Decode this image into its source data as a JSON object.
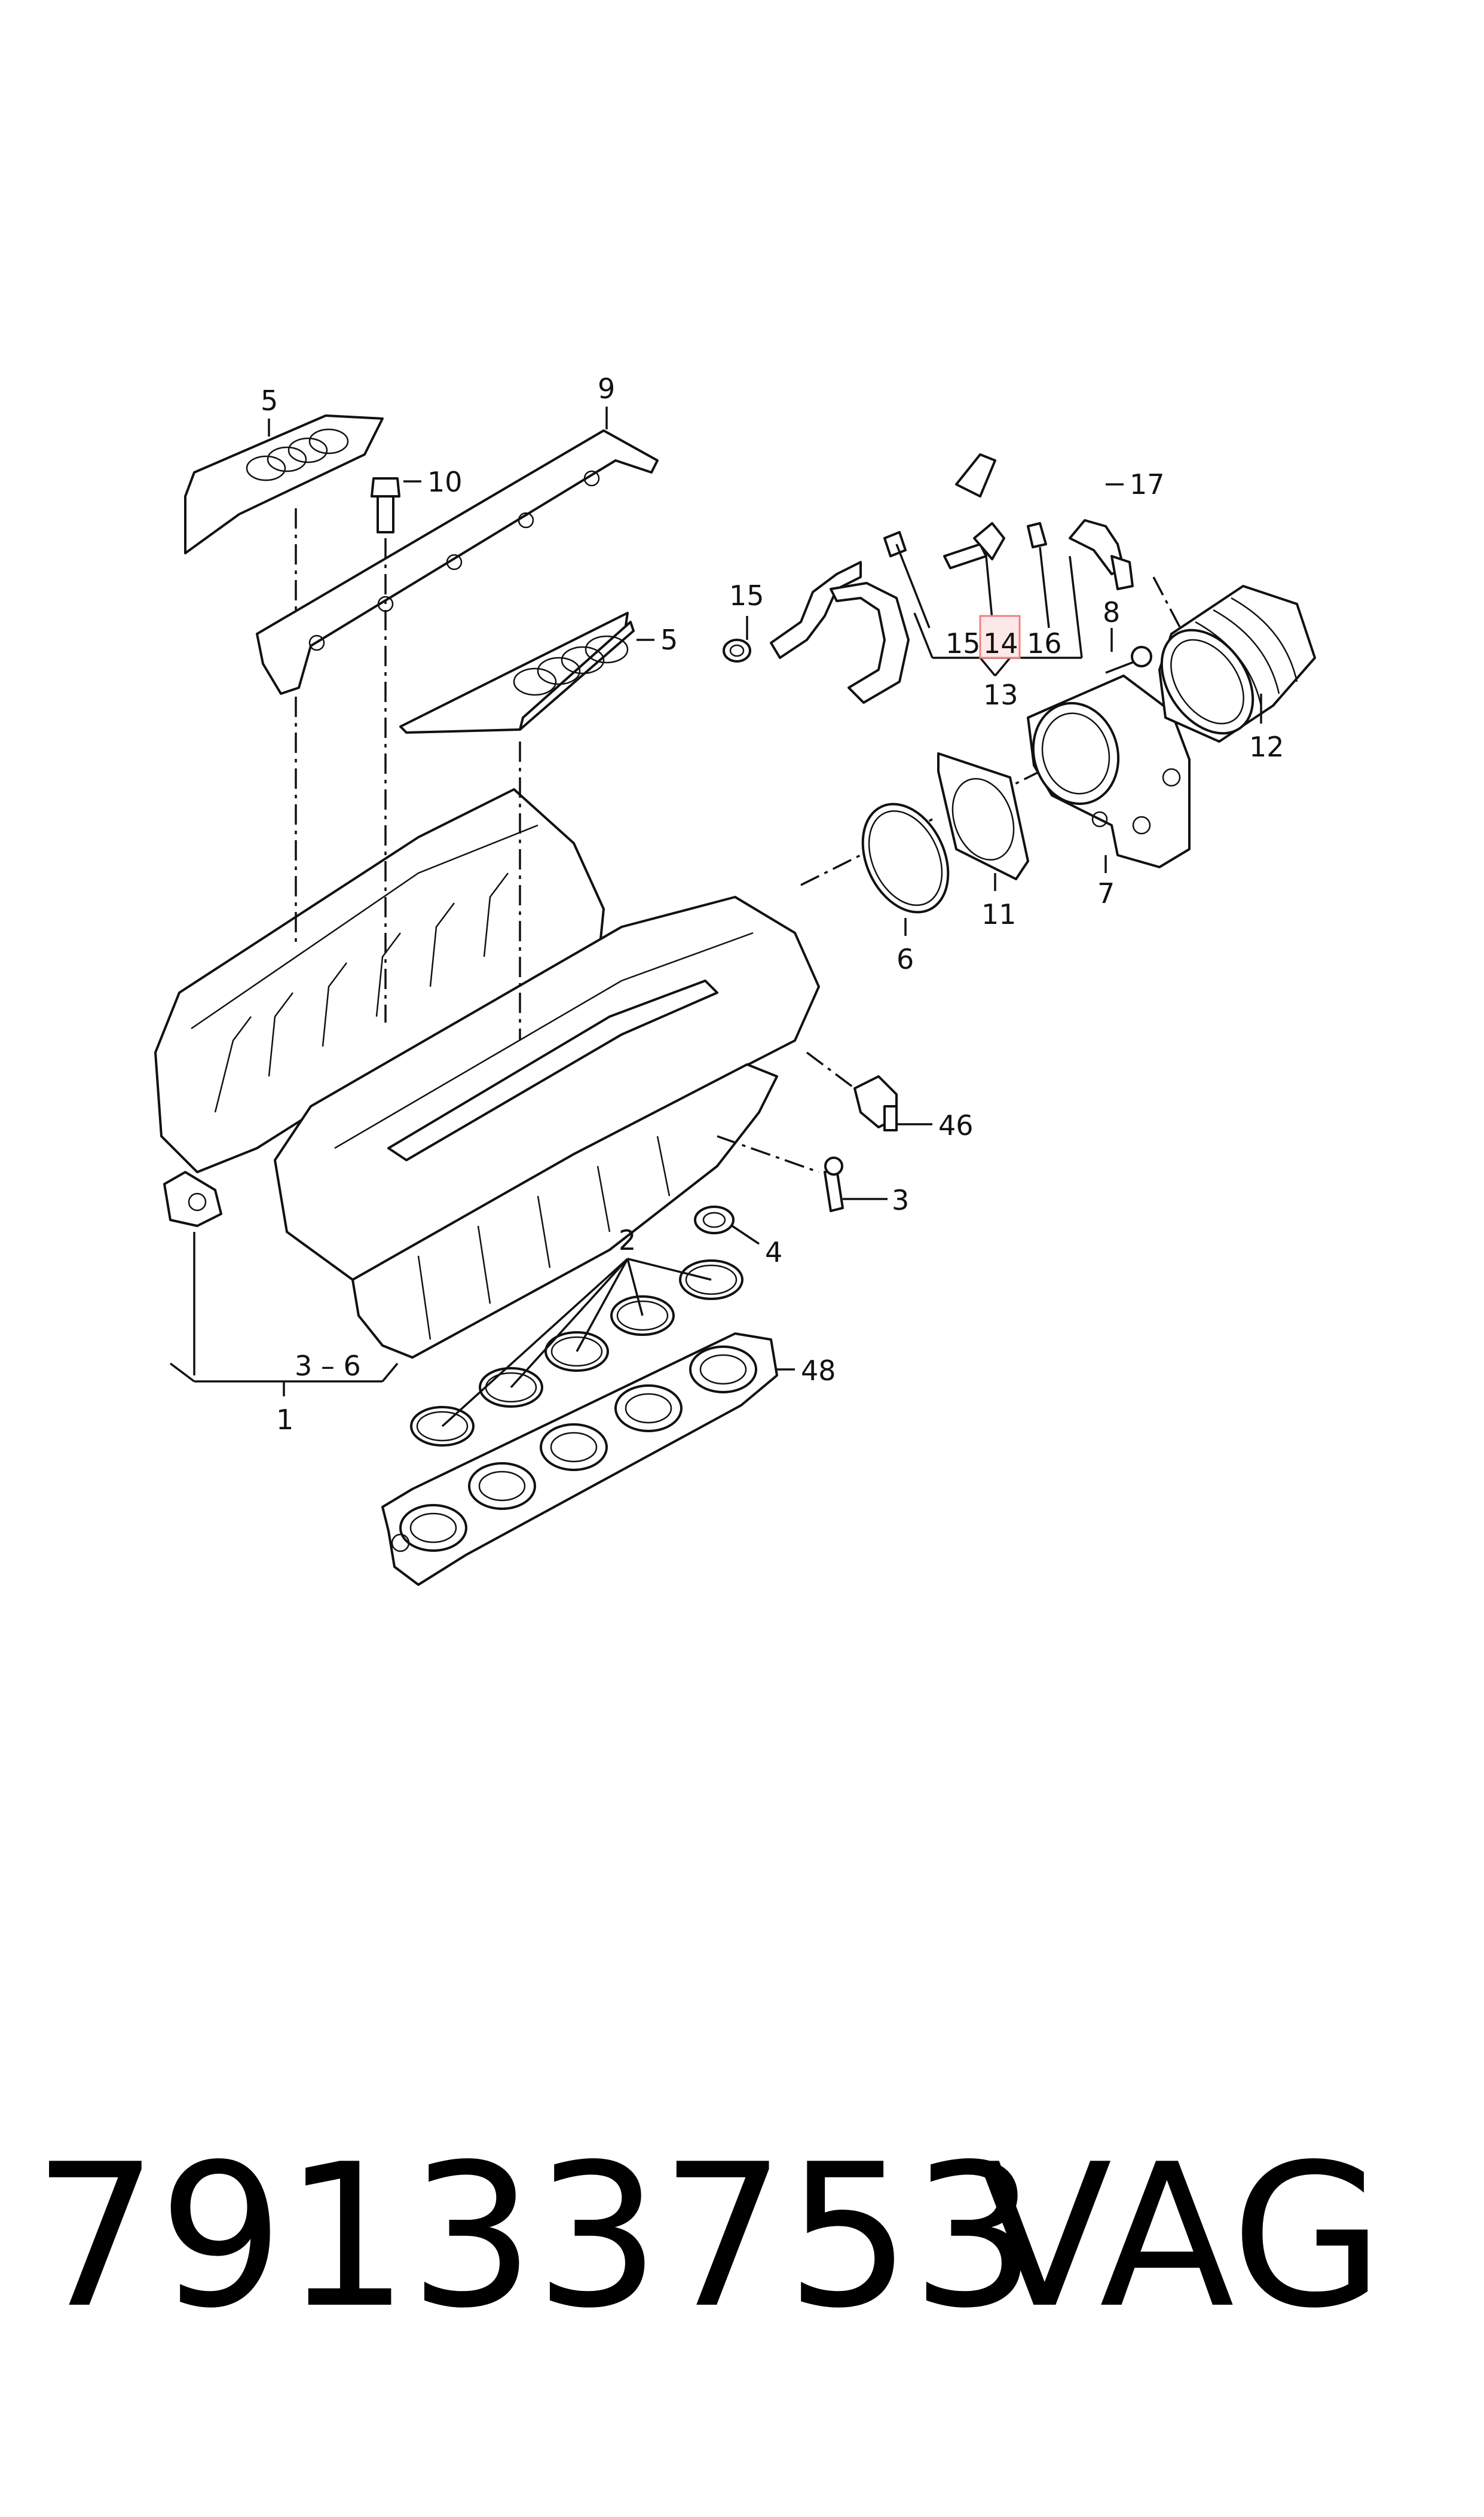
{
  "callouts": {
    "c1": "1",
    "c2": "2",
    "c3": "3",
    "c3_6": "3 – 6",
    "c4": "4",
    "c5_top": "5",
    "c5_right": "5",
    "c6": "6",
    "c7": "7",
    "c8": "8",
    "c9": "9",
    "c10": "10",
    "c11": "11",
    "c12": "12",
    "c13": "13",
    "c14": "14",
    "c15_left": "15",
    "c15_mid": "15",
    "c16": "16",
    "c17": "17",
    "c46": "46",
    "c48": "48"
  },
  "highlight_color": "#f08080",
  "footer": {
    "part_number": "79133753",
    "brand": "VAG"
  }
}
